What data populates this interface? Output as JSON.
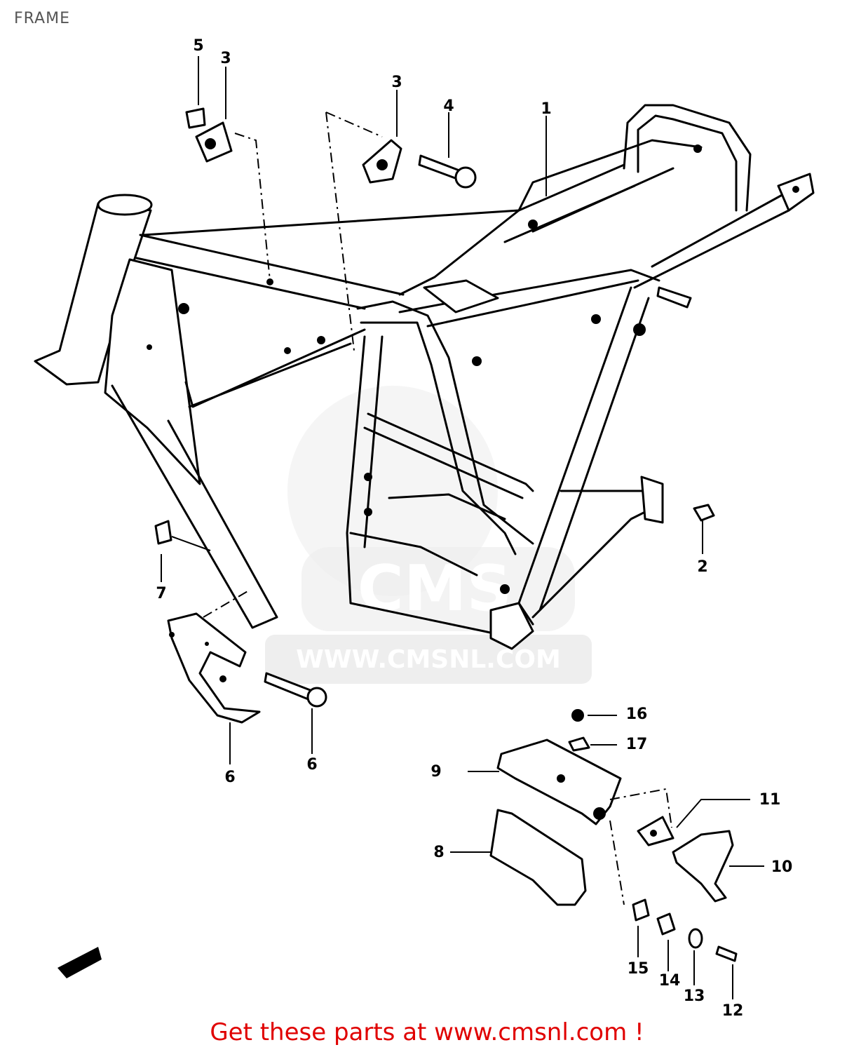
{
  "title": "FRAME",
  "watermark": {
    "logo": "CMS",
    "text": "WWW.CMSNL.COM"
  },
  "footer": "Get these parts at www.cmsnl.com !",
  "callouts": [
    {
      "id": "c1",
      "number": "1"
    },
    {
      "id": "c2",
      "number": "2"
    },
    {
      "id": "c3a",
      "number": "3"
    },
    {
      "id": "c3b",
      "number": "3"
    },
    {
      "id": "c4",
      "number": "4"
    },
    {
      "id": "c5",
      "number": "5"
    },
    {
      "id": "c6",
      "number": "6"
    },
    {
      "id": "c7",
      "number": "7"
    },
    {
      "id": "c8",
      "number": "8"
    },
    {
      "id": "c9",
      "number": "9"
    },
    {
      "id": "c10",
      "number": "10"
    },
    {
      "id": "c11",
      "number": "11"
    },
    {
      "id": "c12",
      "number": "12"
    },
    {
      "id": "c13",
      "number": "13"
    },
    {
      "id": "c14",
      "number": "14"
    },
    {
      "id": "c15",
      "number": "15"
    },
    {
      "id": "c16",
      "number": "16"
    },
    {
      "id": "c17",
      "number": "17"
    },
    {
      "id": "c18",
      "number": "18"
    }
  ],
  "icons": {
    "direction": "front-arrow-icon"
  }
}
